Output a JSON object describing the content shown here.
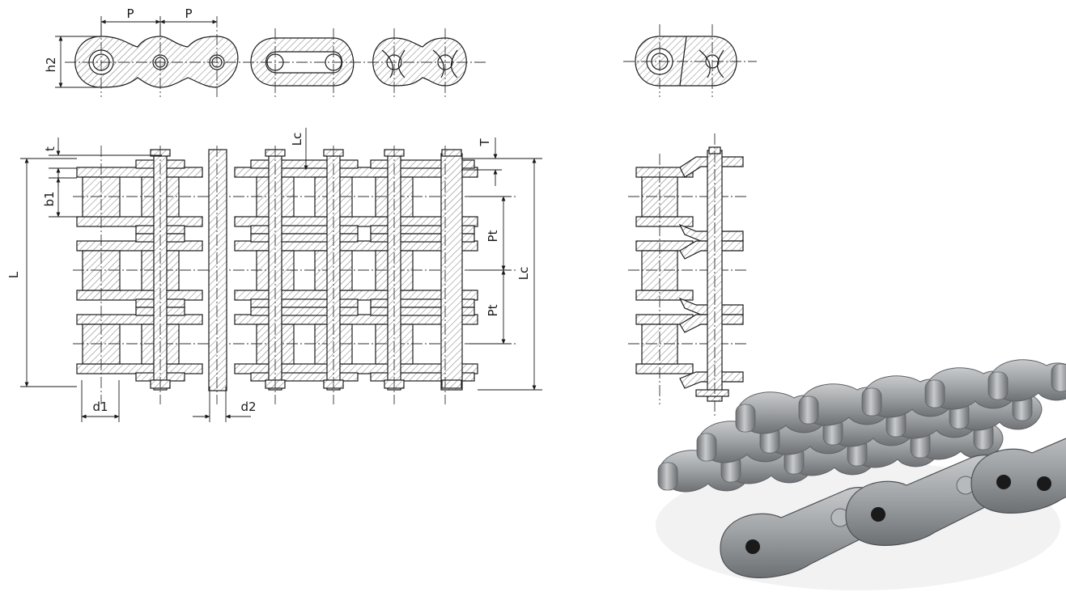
{
  "labels": {
    "pitch_a": "P",
    "pitch_b": "P",
    "height": "h2",
    "plate_thickness": "t",
    "inner_width": "b1",
    "overall_length": "L",
    "connecting_length": "Lc",
    "connecting_length_side": "Lc",
    "pin_extension": "T",
    "transverse_pitch_a": "Pt",
    "transverse_pitch_b": "Pt",
    "roller_diameter": "d1",
    "pin_diameter": "d2"
  },
  "colors": {
    "line": "#1a1a1a",
    "hatch": "#555555",
    "chain_metal": "#9ea1a4",
    "chain_shadow": "#5f6366",
    "chain_highlight": "#c8cacc"
  }
}
